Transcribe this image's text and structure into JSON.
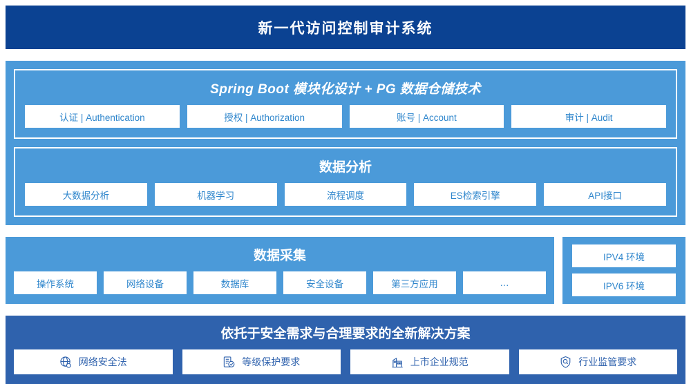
{
  "header": {
    "title": "新一代访问控制审计系统"
  },
  "colors": {
    "header_navy": "#0b4292",
    "panel_blue": "#4b9ad9",
    "solution_blue": "#2f62ad",
    "chip_text": "#2f86cc",
    "chip_bg": "#ffffff"
  },
  "application_layer": {
    "tiers": [
      {
        "title": "Spring Boot 模块化设计 + PG 数据仓储技术",
        "items": [
          {
            "label": "认证 | Authentication"
          },
          {
            "label": "授权 | Authorization"
          },
          {
            "label": "账号 | Account"
          },
          {
            "label": "审计 | Audit"
          }
        ]
      },
      {
        "title": "数据分析",
        "items": [
          {
            "label": "大数据分析"
          },
          {
            "label": "机器学习"
          },
          {
            "label": "流程调度"
          },
          {
            "label": "ES检索引擎"
          },
          {
            "label": "API接口"
          }
        ]
      }
    ]
  },
  "collection_layer": {
    "title": "数据采集",
    "items": [
      {
        "label": "操作系统"
      },
      {
        "label": "网络设备"
      },
      {
        "label": "数据库"
      },
      {
        "label": "安全设备"
      },
      {
        "label": "第三方应用"
      },
      {
        "label": "…"
      }
    ],
    "environments": [
      {
        "label": "IPV4 环境"
      },
      {
        "label": "IPV6 环境"
      }
    ]
  },
  "solution_layer": {
    "title": "依托于安全需求与合理要求的全新解决方案",
    "items": [
      {
        "label": "网络安全法",
        "icon": "globe-icon"
      },
      {
        "label": "等级保护要求",
        "icon": "document-check-icon"
      },
      {
        "label": "上市企业规范",
        "icon": "bank-building-icon"
      },
      {
        "label": "行业监管要求",
        "icon": "shield-search-icon"
      }
    ]
  }
}
